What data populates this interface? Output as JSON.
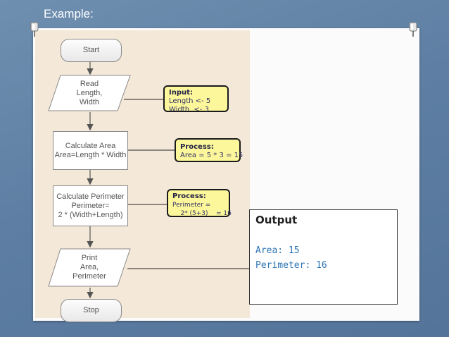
{
  "slide": {
    "title": "Example:"
  },
  "flowchart": {
    "start": "Start",
    "read": [
      "Read",
      "Length,",
      "Width"
    ],
    "calc_area": [
      "Calculate Area",
      "Area=Length * Width"
    ],
    "calc_perimeter": [
      "Calculate Perimeter",
      "Perimeter=",
      "2 * (Width+Length)"
    ],
    "print": [
      "Print",
      "Area,",
      "Perimeter"
    ],
    "stop": "Stop"
  },
  "notes": {
    "input": {
      "heading": "Input:",
      "lines": [
        "Length <- 5",
        "Width  <- 3"
      ]
    },
    "process_area": {
      "heading": "Process:",
      "lines": [
        "Area = 5 * 3 = 15"
      ]
    },
    "process_perimeter": {
      "heading": "Process:",
      "lines": [
        "Perimeter =",
        "    2* (5+3)    = 16"
      ]
    }
  },
  "output": {
    "title": "Output",
    "lines": [
      "Area: 15",
      "Perimeter: 16"
    ]
  },
  "colors": {
    "background": "#6083a8",
    "note_fill": "#fdf79b",
    "output_text": "#2e74b5",
    "tint": "#f4e8d8"
  }
}
